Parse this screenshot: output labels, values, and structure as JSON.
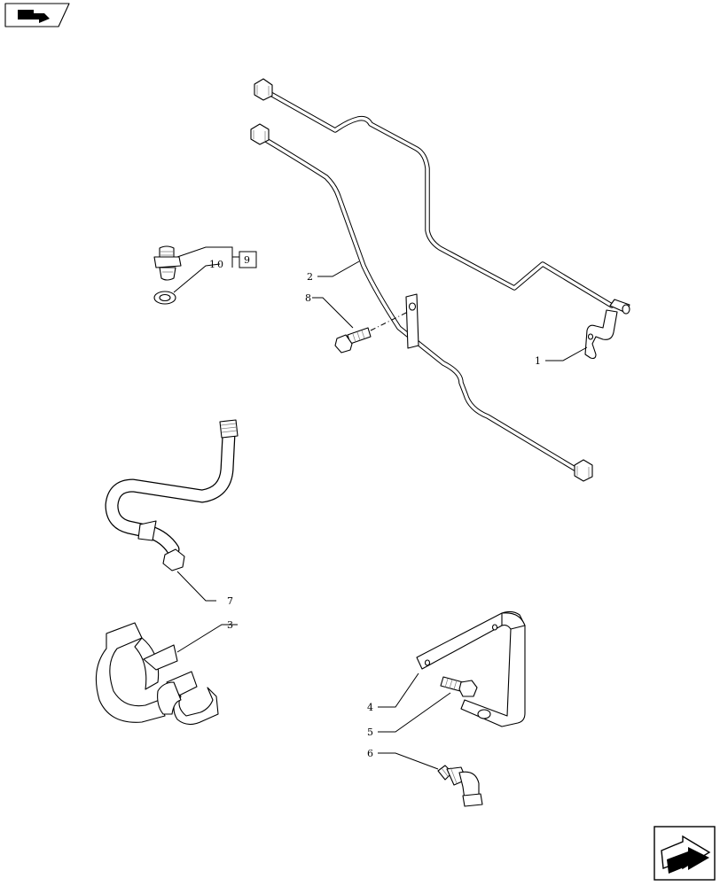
{
  "callouts": {
    "c1": "1",
    "c2": "2",
    "c3": "3",
    "c4": "4",
    "c5": "5",
    "c6": "6",
    "c7": "7",
    "c8": "8",
    "c9": "9",
    "c10": "10"
  },
  "icons": {
    "top_left": "kit-folder-icon",
    "bottom_right": "next-page-arrow-icon"
  }
}
